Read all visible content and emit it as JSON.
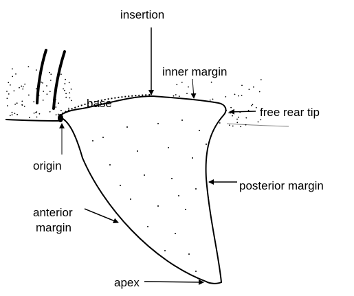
{
  "diagram": {
    "labels": {
      "insertion": "insertion",
      "inner_margin": "inner margin",
      "base": "base",
      "free_rear_tip": "free rear tip",
      "origin": "origin",
      "posterior_margin": "posterior margin",
      "anterior_margin_line1": "anterior",
      "anterior_margin_line2": "margin",
      "apex": "apex"
    },
    "colors": {
      "ink": "#000000",
      "background": "#ffffff"
    }
  }
}
